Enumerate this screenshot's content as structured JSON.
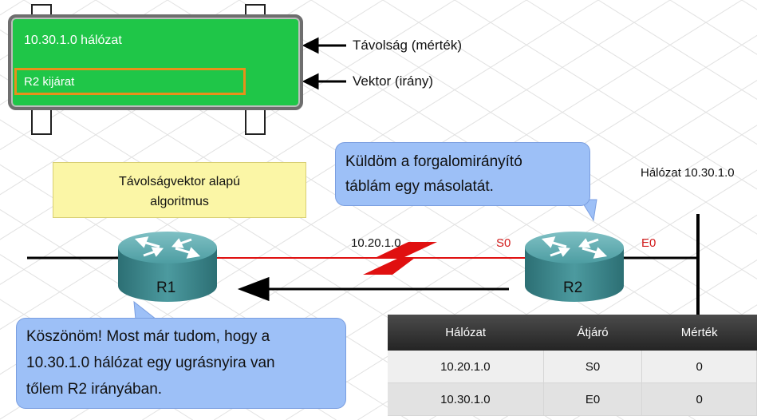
{
  "sign": {
    "network_line": "10.30.1.0 hálózat",
    "exit_line": "R2 kijárat"
  },
  "legend": {
    "distance": "Távolság (mérték)",
    "vector": "Vektor (irány)"
  },
  "algorithm_box": {
    "line1": "Távolságvektor alapú",
    "line2": "algoritmus"
  },
  "bubble_r2": {
    "line1": "Küldöm a forgalomirányító",
    "line2": "táblám egy másolatát."
  },
  "bubble_r1": {
    "line1": "Köszönöm! Most már tudom, hogy a",
    "line2": "10.30.1.0 hálózat egy ugrásnyira van",
    "line3": "tőlem R2 irányában."
  },
  "links": {
    "serial_network": "10.20.1.0",
    "r2_serial_if": "S0",
    "r2_eth_if": "E0",
    "lan_network": "Hálózat 10.30.1.0"
  },
  "routers": {
    "r1": "R1",
    "r2": "R2"
  },
  "routing_table": {
    "headers": [
      "Hálózat",
      "Átjáró",
      "Mérték"
    ],
    "rows": [
      [
        "10.20.1.0",
        "S0",
        "0"
      ],
      [
        "10.30.1.0",
        "E0",
        "0"
      ]
    ]
  },
  "colors": {
    "sign_green": "#1fc648",
    "exit_frame": "#e8901a",
    "bubble_blue": "#9dc0f7",
    "note_yellow": "#fbf6a6",
    "serial_red": "#e01010",
    "router_teal": "#3f8f94"
  }
}
